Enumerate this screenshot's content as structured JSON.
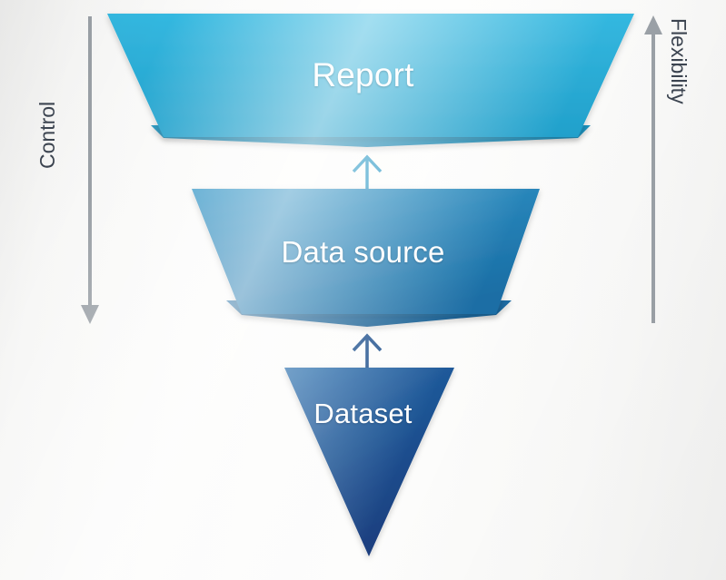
{
  "diagram": {
    "type": "inverted-funnel",
    "title": "",
    "background_color": "#faf9f8",
    "stages": [
      {
        "id": "report",
        "label": "Report",
        "shape": "trapezoid",
        "level": 1,
        "fill_top": "#2fb4dd",
        "fill_bottom": "#27a3cc",
        "fold_color": "#1f8fba",
        "text_color": "#ffffff"
      },
      {
        "id": "data-source",
        "label": "Data source",
        "shape": "trapezoid",
        "level": 2,
        "fill_top": "#2e8fc0",
        "fill_bottom": "#1e74ab",
        "fold_color": "#19639c",
        "text_color": "#ffffff"
      },
      {
        "id": "dataset",
        "label": "Dataset",
        "shape": "inverted-triangle",
        "level": 3,
        "fill_top": "#225f9f",
        "fill_bottom": "#1d3d7d",
        "fold_color": "#1d3d7d",
        "text_color": "#ffffff"
      }
    ],
    "connectors": [
      {
        "id": "dataset-to-data-source",
        "from": "dataset",
        "to": "data-source",
        "direction": "up",
        "color": "#1d4f8c"
      },
      {
        "id": "data-source-to-report",
        "from": "data-source",
        "to": "report",
        "direction": "up",
        "color": "#2e9ac6"
      }
    ],
    "axes": [
      {
        "id": "control",
        "label": "Control",
        "side": "left",
        "direction": "down",
        "color": "#9aa0a6",
        "label_color": "#3c4450"
      },
      {
        "id": "flexibility",
        "label": "Flexibility",
        "side": "right",
        "direction": "up",
        "color": "#9aa0a6",
        "label_color": "#3c4450"
      }
    ]
  }
}
